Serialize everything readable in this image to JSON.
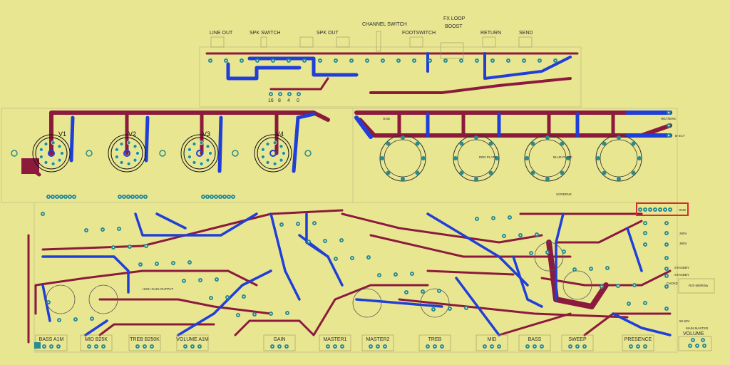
{
  "colors": {
    "board": "#e9e692",
    "trace_bottom": "#8b1a3c",
    "trace_top": "#1f3fd8",
    "pad": "#2a8c8c",
    "highlight": "#d92b2b"
  },
  "top_jacks": {
    "line_out": "LINE OUT",
    "spk_switch": "SPK SWITCH",
    "spk_out": "SPK OUT",
    "channel_switch": "CHANNEL SWITCH",
    "footswitch": "FOOTSWITCH",
    "fx_loop": "FX LOOP",
    "boost": "BOOST",
    "return": "RETURN",
    "send": "SEND"
  },
  "impedance": [
    "16",
    "8",
    "4",
    "0"
  ],
  "tubes": [
    "V1",
    "V2",
    "V3",
    "V4"
  ],
  "power_section": {
    "heaters": "HEATERS",
    "bias_ct": "B-SCT",
    "red_plate": "RED PLATE",
    "blue_plate": "BLUE PLATE",
    "screens": "SCREENS",
    "gnd": "GND"
  },
  "supply": {
    "gnd": "GND",
    "v280": "280V",
    "v380": "380V",
    "standby1": "STANDBY",
    "standby2": "STANDBY",
    "choke": "CHOKE",
    "r20": "R20 680R/5w",
    "v50": "50-60V"
  },
  "controls": [
    "BASS A1M",
    "MID B25K",
    "TREB B250K",
    "VOLUME A1M",
    "GAIN",
    "MASTER1",
    "MASTER2",
    "TREB",
    "MID",
    "BASS",
    "SWEEP",
    "PRESENCE"
  ],
  "master_volume": {
    "sub": "MAIN MASTER",
    "label": "VOLUME"
  },
  "misc": {
    "high_gain_output": "HIGH GAIN OUTPUT"
  }
}
